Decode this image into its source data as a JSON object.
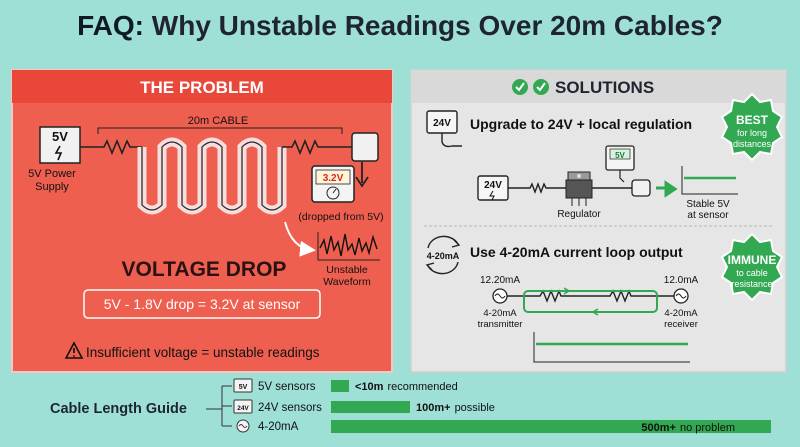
{
  "header": {
    "faq": "FAQ:",
    "title": "Why Unstable Readings Over 20m Cables?"
  },
  "problem": {
    "heading": "THE PROBLEM",
    "supply_label": "5V",
    "supply_caption_1": "5V Power",
    "supply_caption_2": "Supply",
    "cable_label": "20m CABLE",
    "meter_value": "3.2V",
    "dropped_note": "(dropped from 5V)",
    "waveform_1": "Unstable",
    "waveform_2": "Waveform",
    "big_label": "VOLTAGE DROP",
    "equation": "5V - 1.8V drop = 3.2V at sensor",
    "warning": "Insufficient voltage = unstable readings",
    "colors": {
      "panel": "#ee5f50",
      "accent": "#e8473a"
    }
  },
  "solutions": {
    "heading": "SOLUTIONS",
    "s1": {
      "title": "Upgrade to 24V + local regulation",
      "icon_label": "24V",
      "supply_label": "24V",
      "meter_label": "5V",
      "regulator_label": "Regulator",
      "out_1": "Stable 5V",
      "out_2": "at sensor",
      "badge_1": "BEST",
      "badge_2": "for long",
      "badge_3": "distances"
    },
    "s2": {
      "title": "Use 4-20mA current loop output",
      "icon_label": "4-20mA",
      "tx_value": "12.20mA",
      "tx_1": "4-20mA",
      "tx_2": "transmitter",
      "rx_value": "12.0mA",
      "rx_1": "4-20mA",
      "rx_2": "receiver",
      "badge_1": "IMMUNE",
      "badge_2": "to cable",
      "badge_3": "resistance"
    },
    "colors": {
      "panel": "#e6e6e6",
      "green": "#33a852"
    }
  },
  "guide": {
    "title": "Cable Length Guide",
    "rows": [
      {
        "icon": "5V",
        "label": "5V sensors",
        "value": "<10m",
        "note": "recommended",
        "fraction": 0.03
      },
      {
        "icon": "24V",
        "label": "24V sensors",
        "value": "100m+",
        "note": "possible",
        "fraction": 0.18
      },
      {
        "icon": "~",
        "label": "4-20mA",
        "value": "500m+",
        "note": "no problem",
        "fraction": 1.0
      }
    ]
  }
}
